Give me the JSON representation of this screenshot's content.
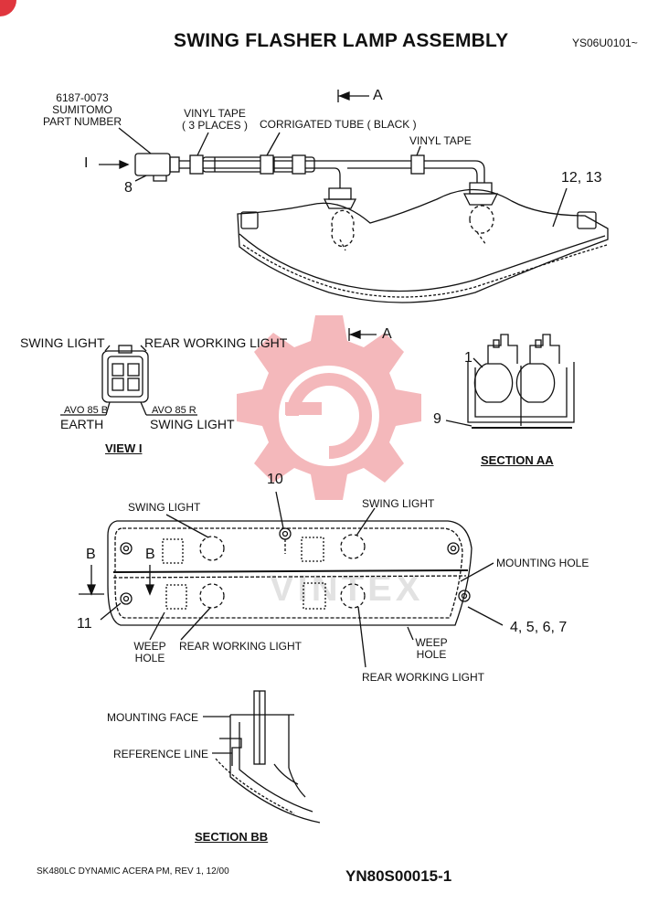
{
  "title": "SWING FLASHER LAMP ASSEMBLY",
  "code": "YS06U0101~",
  "top": {
    "part_number_lines": [
      "6187-0073",
      "SUMITOMO",
      "PART NUMBER"
    ],
    "vinyl_tape_3": [
      "VINYL TAPE",
      "( 3 PLACES )"
    ],
    "corrugated_tube": "CORRIGATED TUBE ( BLACK )",
    "vinyl_tape": "VINYL TAPE",
    "section_marker_top": "A",
    "view_marker": "I",
    "callout_8": "8",
    "callout_12_13": "12, 13"
  },
  "view_i": {
    "swing_light": "SWING  LIGHT",
    "rear_working_light": "REAR WORKING LIGHT",
    "avo_85b": "AVO  85 B",
    "avo_85r": "AVO  85 R",
    "earth": "EARTH",
    "swing_light_2": "SWING  LIGHT",
    "caption": "VIEW  I",
    "section_marker": "A"
  },
  "section_aa": {
    "callout_1": "1",
    "callout_9": "9",
    "caption": "SECTION  AA"
  },
  "front": {
    "callout_10": "10",
    "swing_light_left": "SWING LIGHT",
    "swing_light_right": "SWING LIGHT",
    "mounting_hole": "MOUNTING HOLE",
    "marker_b_outer": "B",
    "marker_b_inner": "B",
    "callout_11": "11",
    "callout_4567": "4, 5, 6, 7",
    "weep_hole_left": [
      "WEEP",
      "HOLE"
    ],
    "weep_hole_right": [
      "WEEP",
      "HOLE"
    ],
    "rear_working_light_left": "REAR WORKING LIGHT",
    "rear_working_light_right": "REAR WORKING LIGHT"
  },
  "section_bb": {
    "mounting_face": "MOUNTING FACE",
    "reference_line": "REFERENCE LINE",
    "caption": "SECTION  BB"
  },
  "footer": {
    "left": "SK480LC DYNAMIC ACERA PM, REV 1, 12/00",
    "right": "YN80S00015-1"
  },
  "watermark_text": "VINTEX",
  "colors": {
    "ink": "#111111",
    "watermark": "#e0363e"
  }
}
